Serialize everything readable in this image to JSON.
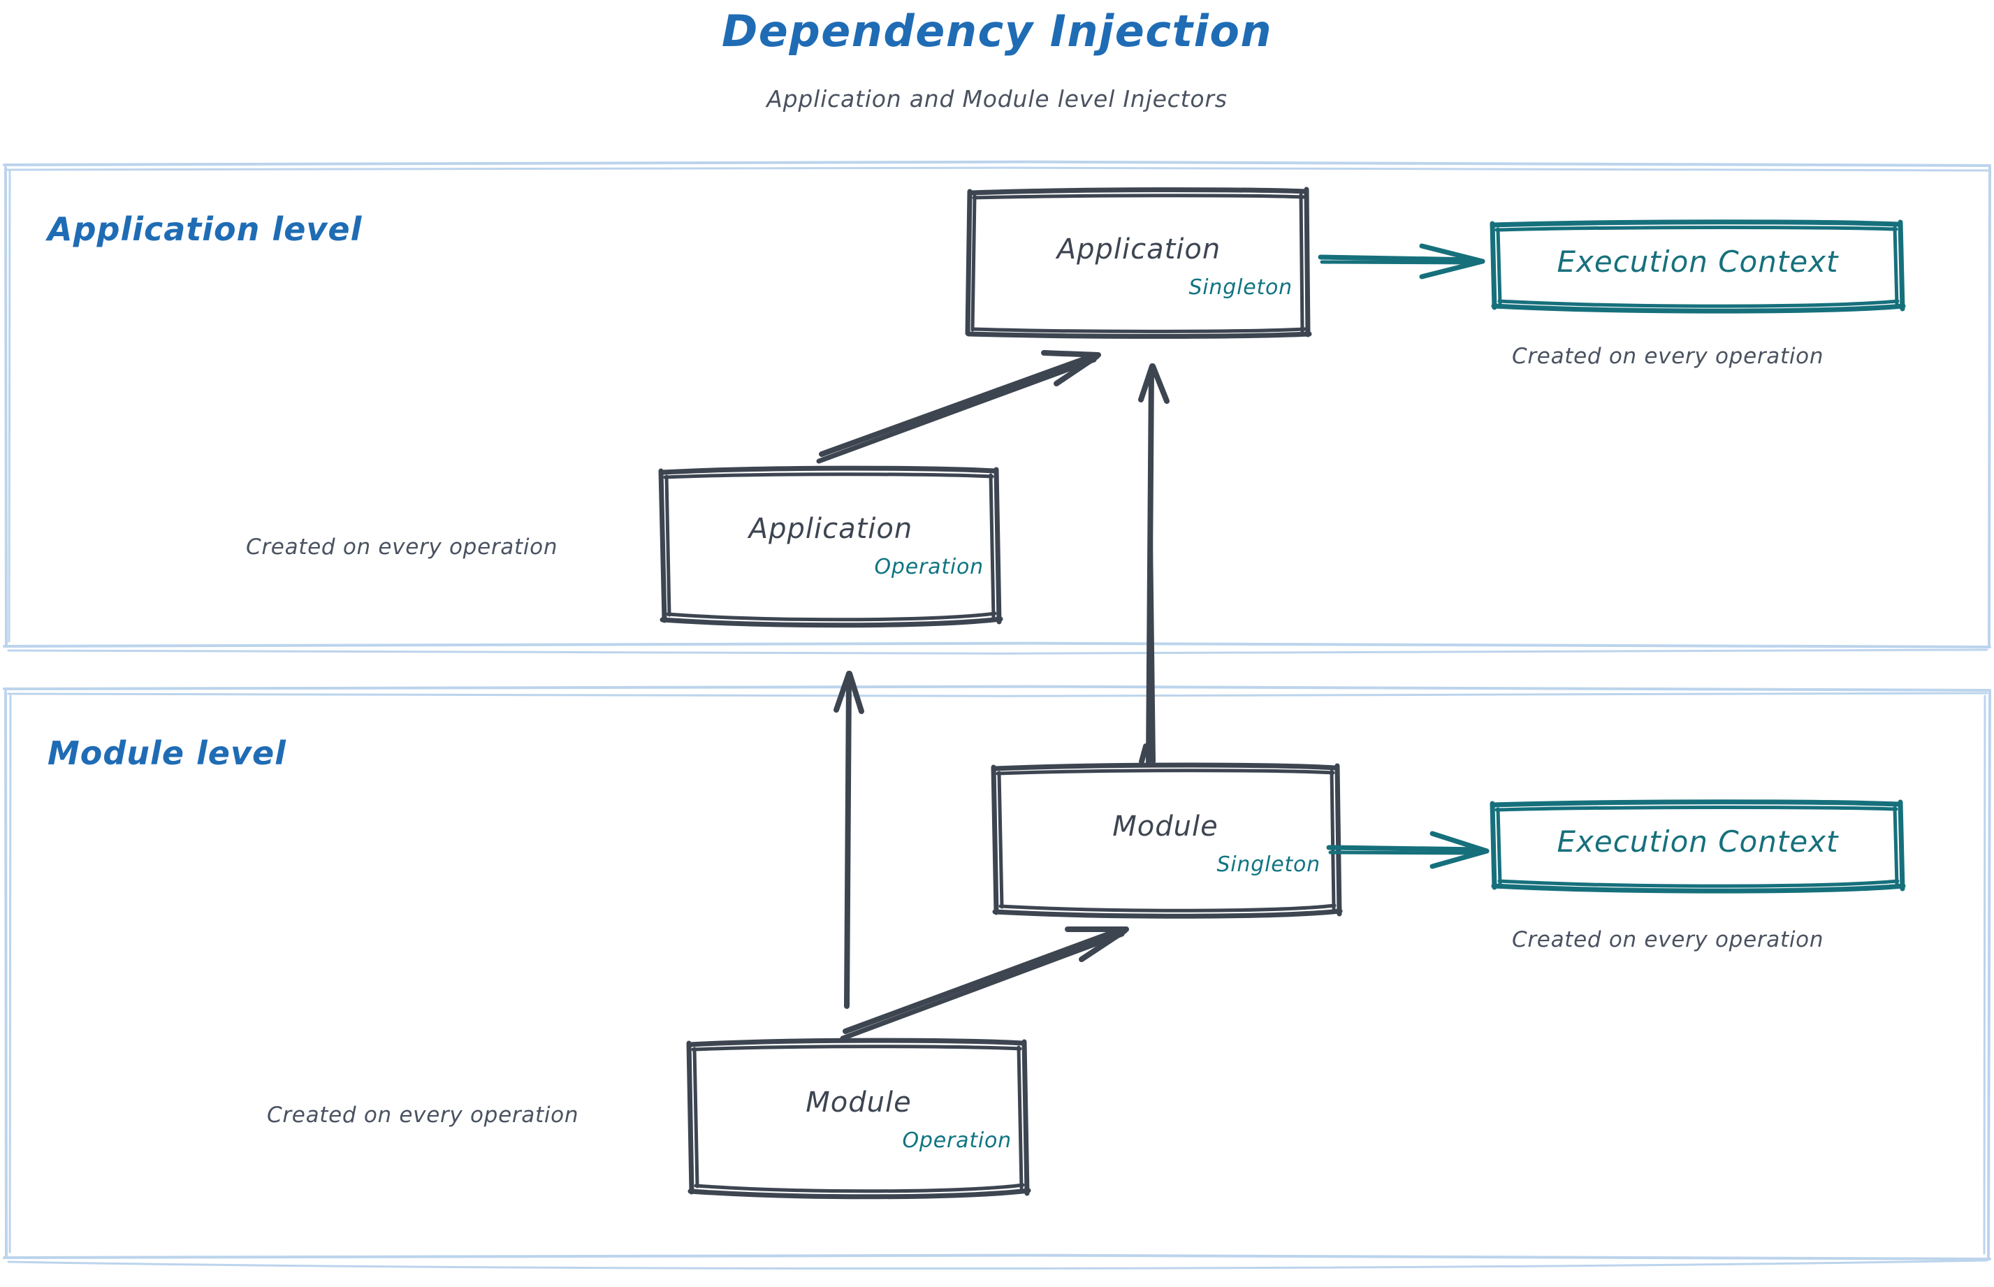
{
  "header": {
    "title": "Dependency Injection",
    "subtitle": "Application and Module level Injectors"
  },
  "colors": {
    "title_blue": "#1f6cb5",
    "section_border_blue": "#bcd4ec",
    "ink_dark": "#3d4551",
    "teal": "#16707c",
    "background": "#ffffff"
  },
  "sections": [
    {
      "id": "application-level",
      "label": "Application level"
    },
    {
      "id": "module-level",
      "label": "Module level"
    }
  ],
  "nodes": {
    "application_singleton": {
      "title": "Application",
      "scope": "Singleton"
    },
    "application_operation": {
      "title": "Application",
      "scope": "Operation"
    },
    "module_singleton": {
      "title": "Module",
      "scope": "Singleton"
    },
    "module_operation": {
      "title": "Module",
      "scope": "Operation"
    },
    "execution_context_app": {
      "title": "Execution Context"
    },
    "execution_context_module": {
      "title": "Execution Context"
    }
  },
  "captions": {
    "app_execution_context": "Created on every operation",
    "app_operation": "Created on every operation",
    "module_execution_context": "Created on every operation",
    "module_operation": "Created on every operation"
  },
  "edges": [
    {
      "id": "app-singleton-to-exec-ctx",
      "from": "application_singleton",
      "to": "execution_context_app",
      "style": "teal-arrow"
    },
    {
      "id": "app-operation-to-app-singleton",
      "from": "application_operation",
      "to": "application_singleton",
      "style": "dark-diagonal-arrow"
    },
    {
      "id": "module-singleton-to-app-singleton",
      "from": "module_singleton",
      "to": "application_singleton",
      "style": "dark-vertical-arrow"
    },
    {
      "id": "module-operation-to-app-operation",
      "from": "module_operation",
      "to": "application_operation",
      "style": "dark-vertical-arrow"
    },
    {
      "id": "module-operation-to-module-singleton",
      "from": "module_operation",
      "to": "module_singleton",
      "style": "dark-diagonal-arrow"
    },
    {
      "id": "module-singleton-to-exec-ctx",
      "from": "module_singleton",
      "to": "execution_context_module",
      "style": "teal-arrow"
    }
  ]
}
